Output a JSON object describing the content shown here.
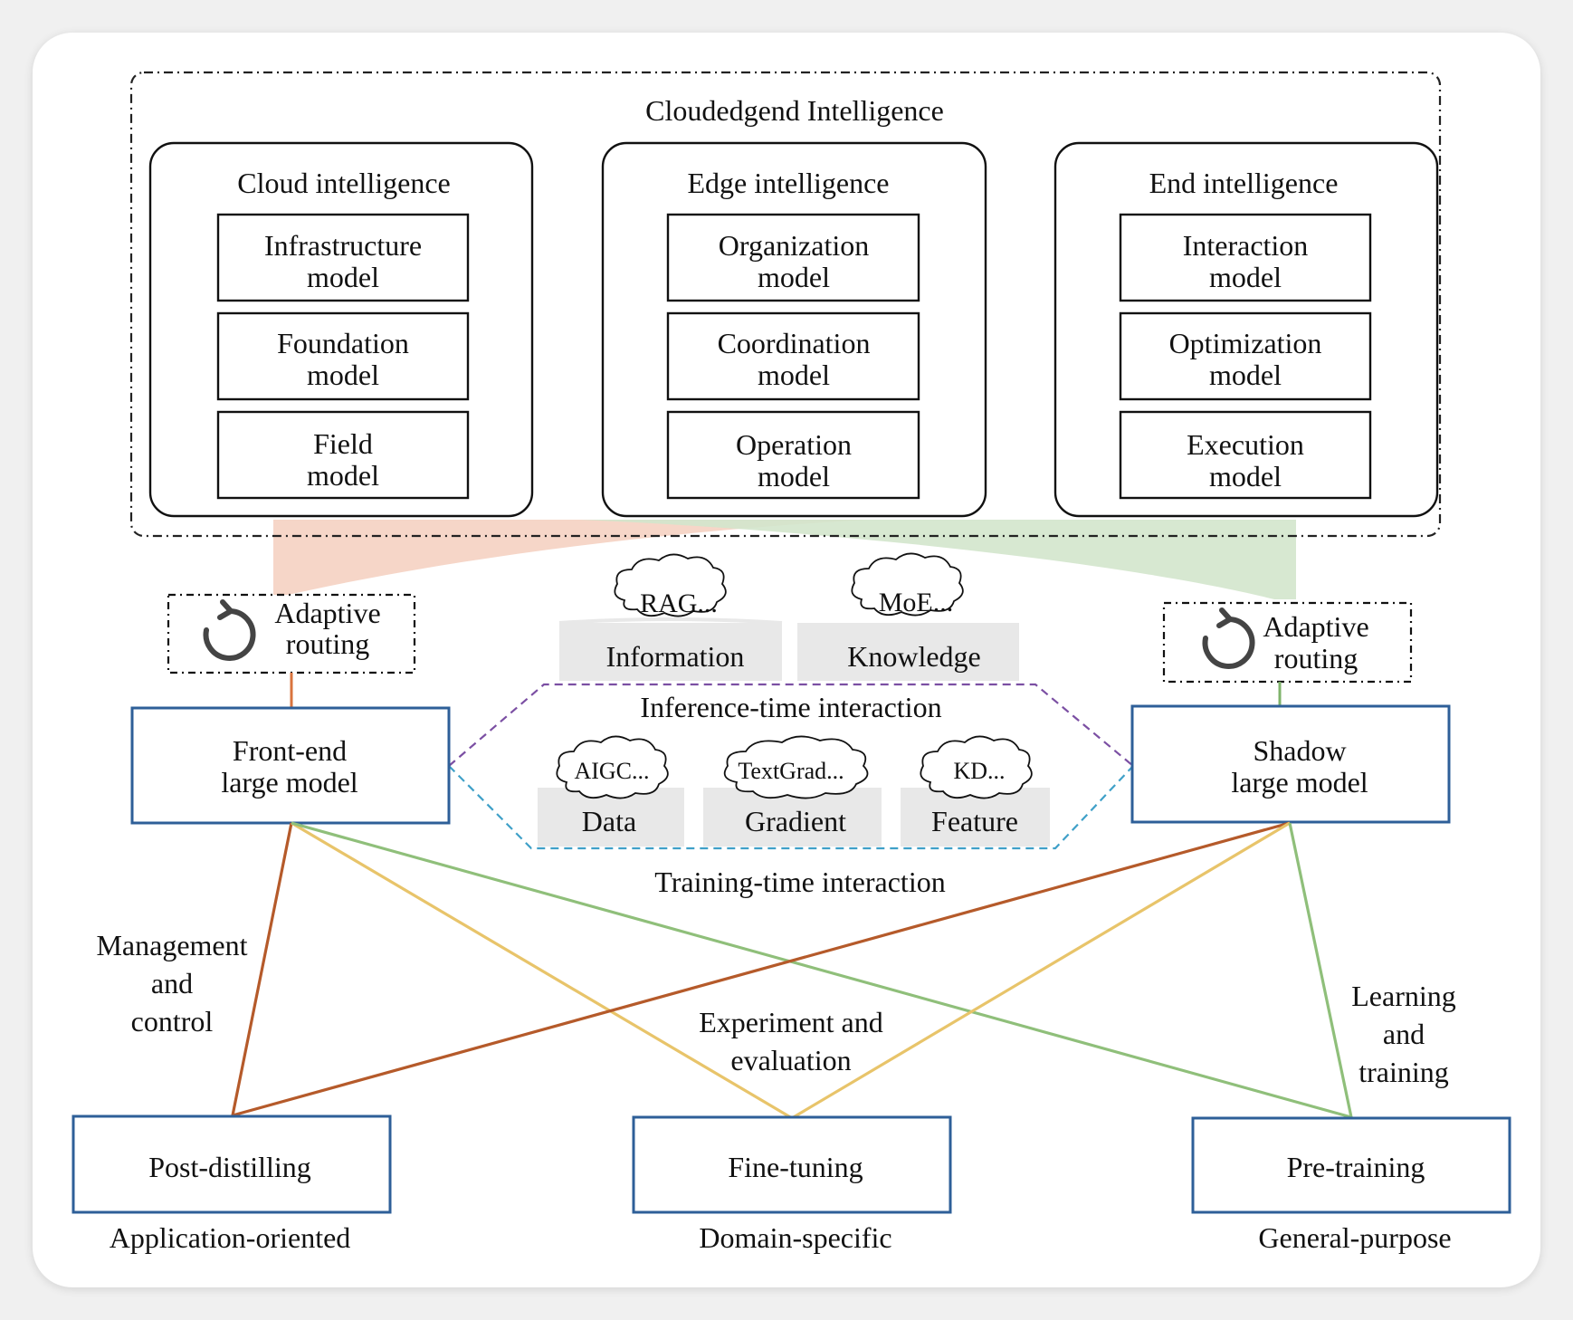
{
  "colors": {
    "orange_line": "#b55a2a",
    "yellow_line": "#e8c46a",
    "green_line": "#8fbf7a",
    "blue_box": "#2e5f98",
    "purple_dash": "#7b4fa3",
    "cyan_dash": "#3fa0c8",
    "peach_fill": "#f5d2c2",
    "green_fill": "#d3e6cc",
    "gray_fill": "#e8e8e8"
  },
  "top": {
    "title": "Cloudedgend Intelligence",
    "panels": [
      {
        "title": "Cloud intelligence",
        "models": [
          [
            "Infrastructure",
            "model"
          ],
          [
            "Foundation",
            "model"
          ],
          [
            "Field",
            "model"
          ]
        ]
      },
      {
        "title": "Edge intelligence",
        "models": [
          [
            "Organization",
            "model"
          ],
          [
            "Coordination",
            "model"
          ],
          [
            "Operation",
            "model"
          ]
        ]
      },
      {
        "title": "End intelligence",
        "models": [
          [
            "Interaction",
            "model"
          ],
          [
            "Optimization",
            "model"
          ],
          [
            "Execution",
            "model"
          ]
        ]
      }
    ]
  },
  "routing_left": {
    "line1": "Adaptive",
    "line2": "routing",
    "icon": "refresh-icon"
  },
  "routing_right": {
    "line1": "Adaptive",
    "line2": "routing",
    "icon": "refresh-icon"
  },
  "front_model": {
    "line1": "Front-end",
    "line2": "large model"
  },
  "shadow_model": {
    "line1": "Shadow",
    "line2": "large model"
  },
  "inference": {
    "label": "Inference-time interaction",
    "items": [
      {
        "cloud": "RAG...",
        "label": "Information"
      },
      {
        "cloud": "MoE...",
        "label": "Knowledge"
      }
    ]
  },
  "training": {
    "label": "Training-time interaction",
    "items": [
      {
        "cloud": "AIGC...",
        "label": "Data"
      },
      {
        "cloud": "TextGrad...",
        "label": "Gradient"
      },
      {
        "cloud": "KD...",
        "label": "Feature"
      }
    ]
  },
  "edge_labels": {
    "management": [
      "Management",
      "and",
      "control"
    ],
    "experiment": [
      "Experiment and",
      "evaluation"
    ],
    "learning": [
      "Learning",
      "and",
      "training"
    ]
  },
  "bottom": [
    {
      "box": "Post-distilling",
      "caption": "Application-oriented"
    },
    {
      "box": "Fine-tuning",
      "caption": "Domain-specific"
    },
    {
      "box": "Pre-training",
      "caption": "General-purpose"
    }
  ]
}
